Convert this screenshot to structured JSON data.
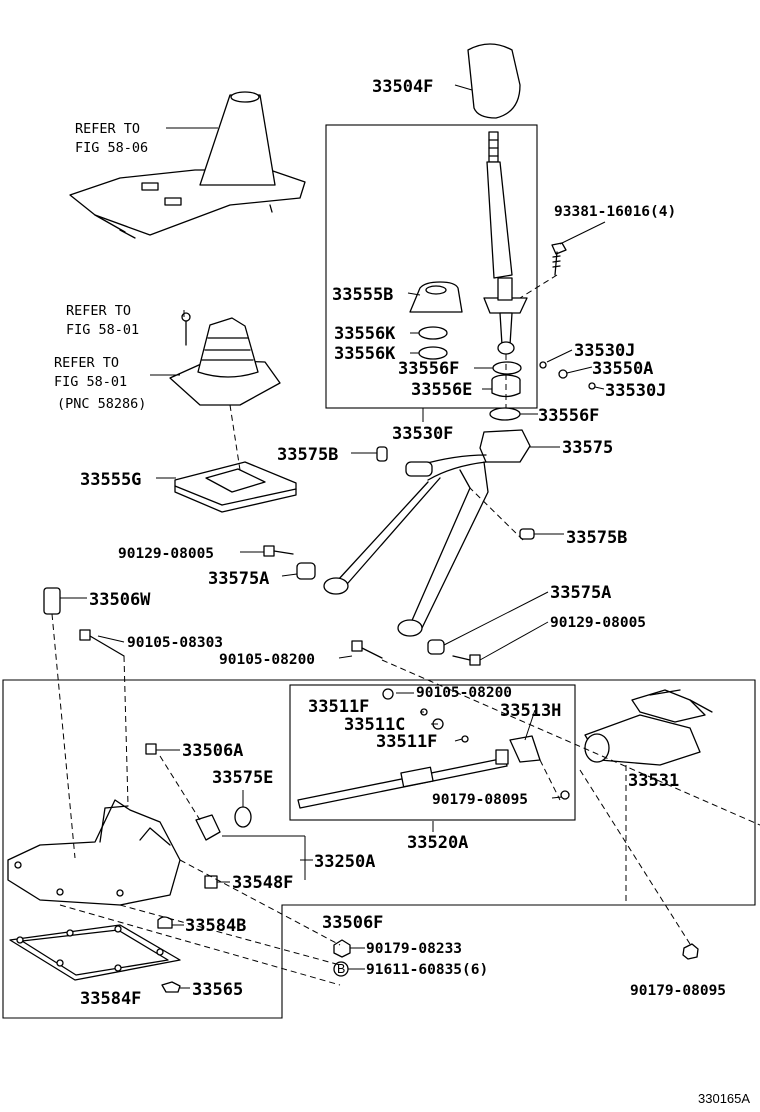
{
  "diagram_code": "330165A",
  "references": {
    "top_left": [
      "REFER TO",
      "FIG 58-06"
    ],
    "mid_left_a": [
      "REFER TO",
      "FIG 58-01"
    ],
    "mid_left_b": [
      "REFER TO",
      "FIG 58-01"
    ],
    "pnc_note": "(PNC 58286)"
  },
  "parts": {
    "p33504F": "33504F",
    "p93381": "93381-16016(4)",
    "p33555B": "33555B",
    "p33556K_1": "33556K",
    "p33556K_2": "33556K",
    "p33556F_1": "33556F",
    "p33556E": "33556E",
    "p33556F_2": "33556F",
    "p33530J_1": "33530J",
    "p33550A": "33550A",
    "p33530J_2": "33530J",
    "p33530F": "33530F",
    "p33575": "33575",
    "p33575B_1": "33575B",
    "p33575B_2": "33575B",
    "p33555G": "33555G",
    "p90129_1": "90129-08005",
    "p33575A_1": "33575A",
    "p33575A_2": "33575A",
    "p90129_2": "90129-08005",
    "p33506W": "33506W",
    "p90105_08303": "90105-08303",
    "p90105_08200_1": "90105-08200",
    "p33511F_1": "33511F",
    "p90105_08200_2": "90105-08200",
    "p33513H": "33513H",
    "p33511C": "33511C",
    "p33511F_2": "33511F",
    "p33506A": "33506A",
    "p33575E": "33575E",
    "p90179_08095_1": "90179-08095",
    "p33531": "33531",
    "p33520A": "33520A",
    "p33250A": "33250A",
    "p33548F": "33548F",
    "p33506F": "33506F",
    "p33584B": "33584B",
    "p90179_08233": "90179-08233",
    "p91611": "91611-60835(6)",
    "p33584F": "33584F",
    "p33565": "33565",
    "p90179_08095_2": "90179-08095"
  },
  "markers": {
    "circle_b": "B"
  }
}
